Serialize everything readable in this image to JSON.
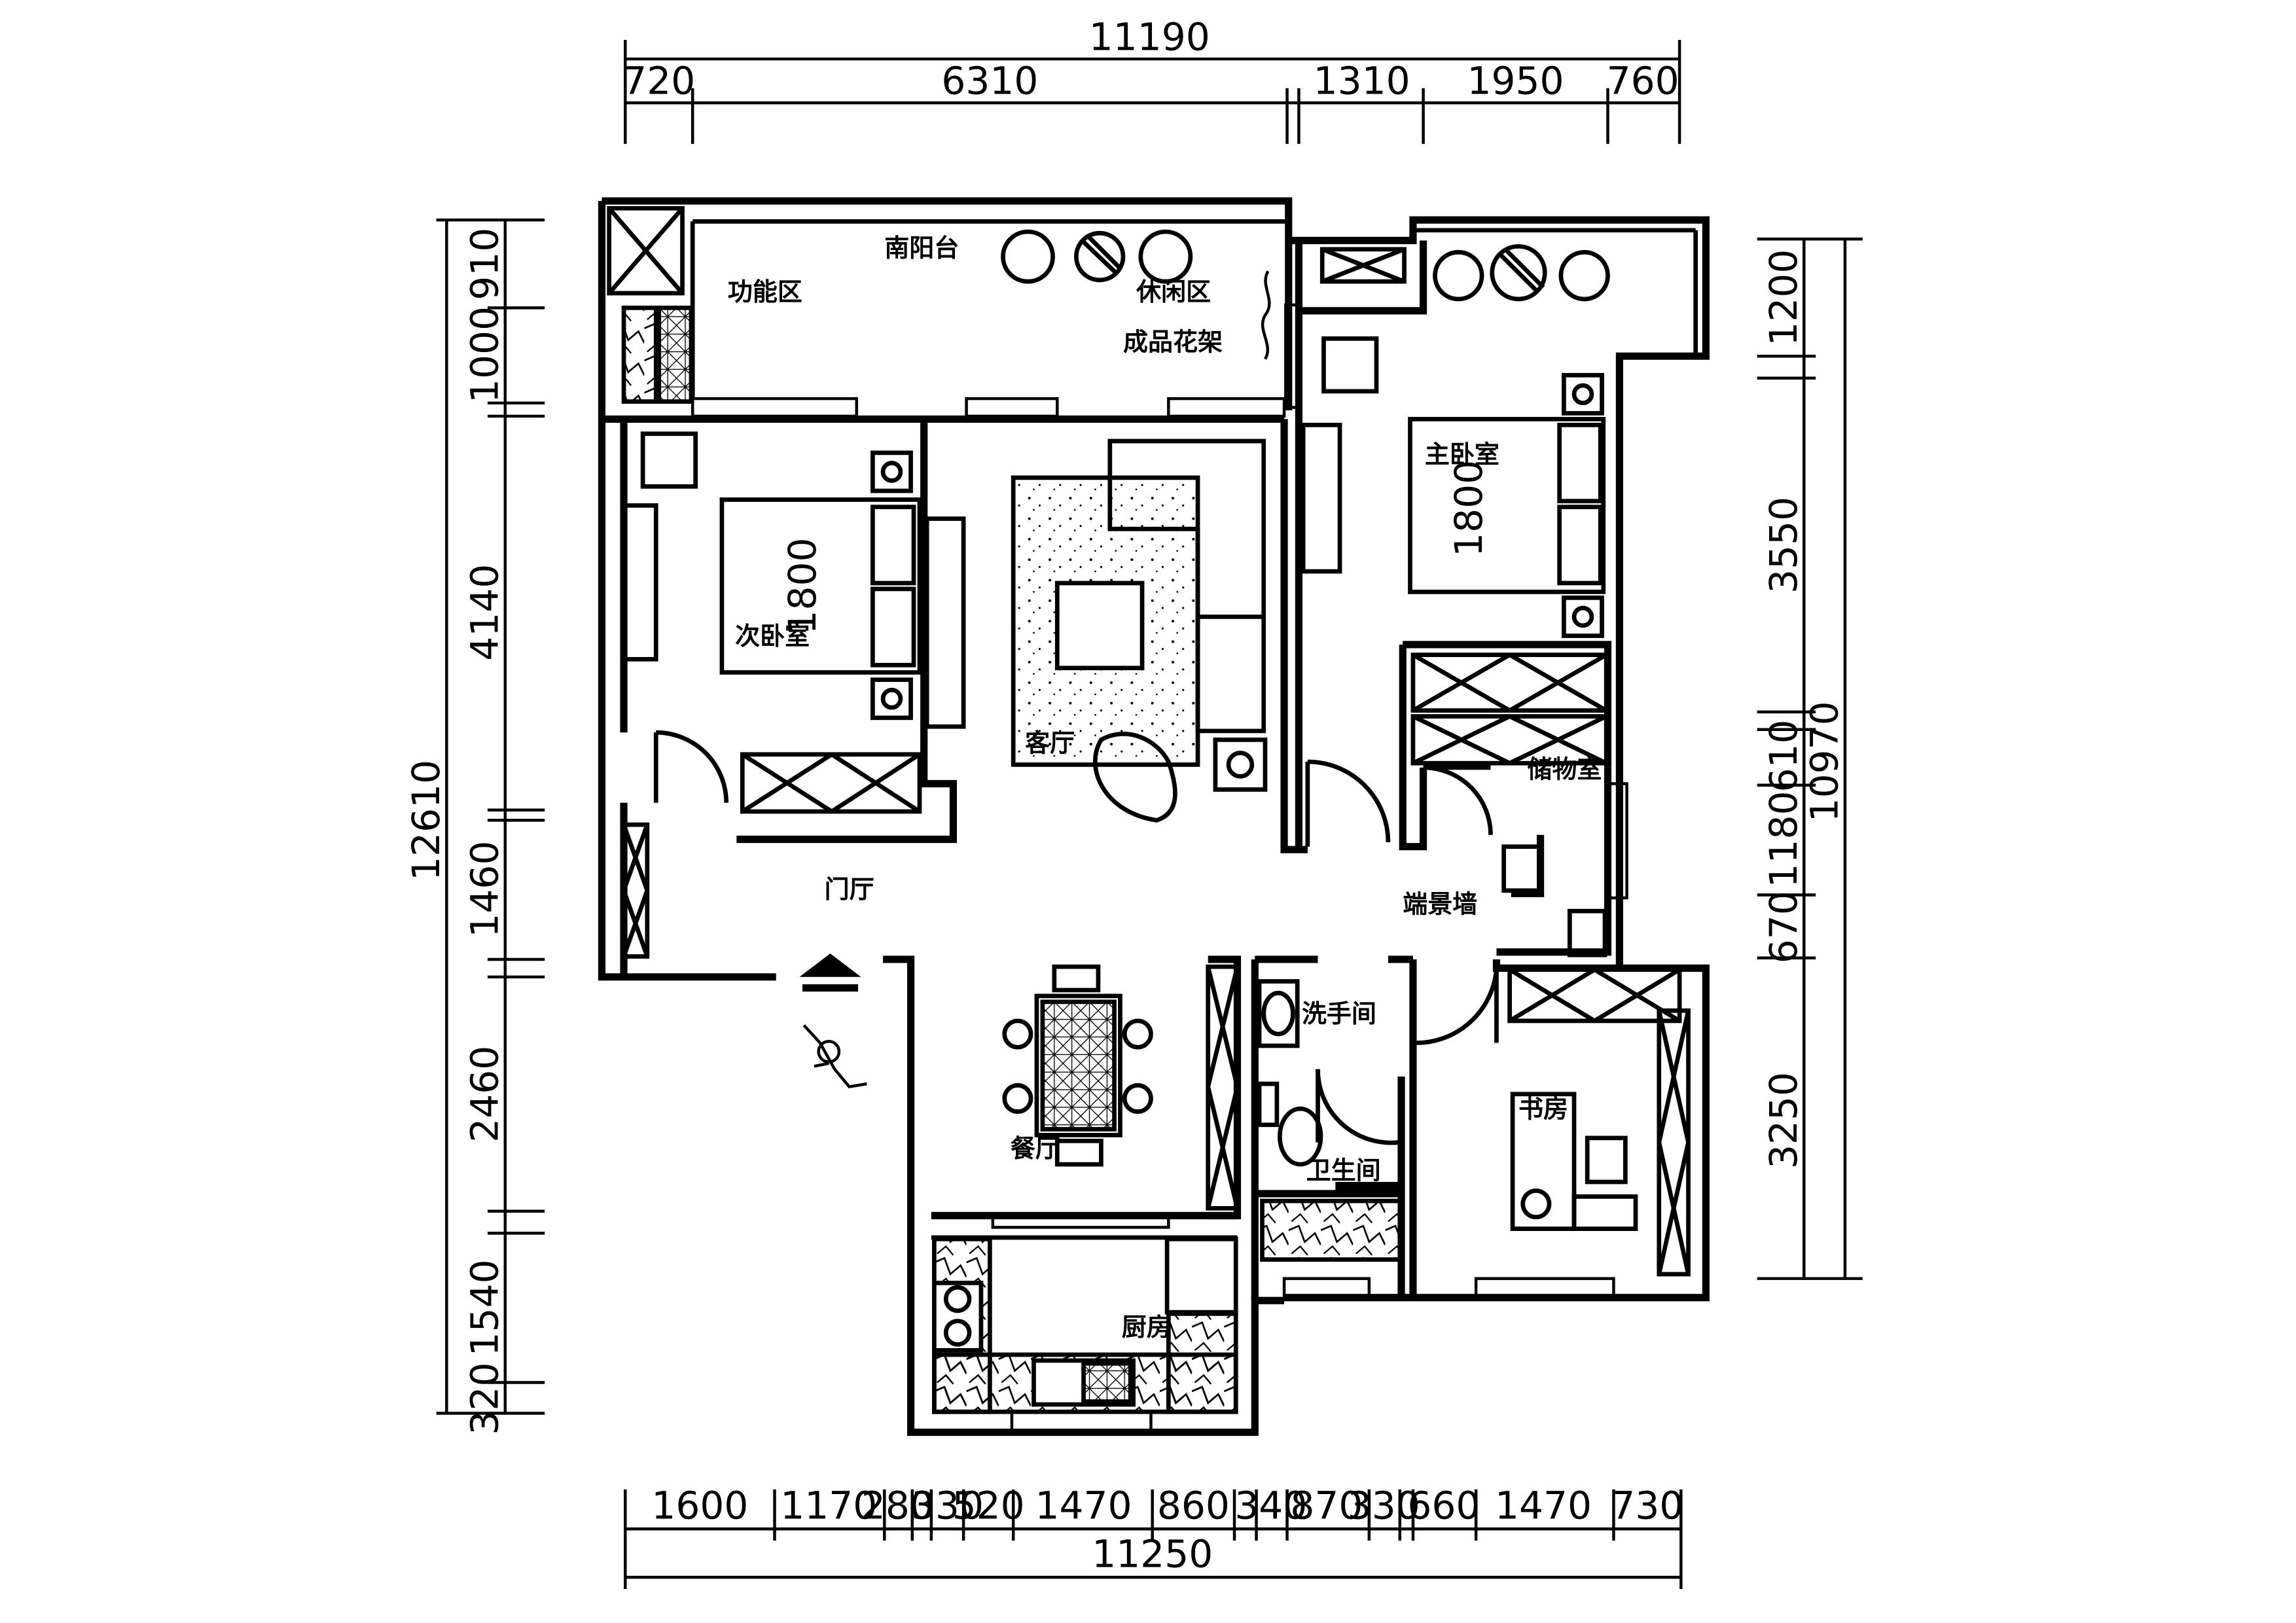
{
  "dims": {
    "top_total": "11190",
    "top": [
      "720",
      "6310",
      "1310",
      "1950",
      "760"
    ],
    "bottom": [
      "1600",
      "1170",
      "280",
      "330",
      "520",
      "1470",
      "860",
      "340",
      "870",
      "330",
      "660",
      "1470",
      "730"
    ],
    "bottom_total": "11250",
    "left": [
      "910",
      "1000",
      "4140",
      "1460",
      "2460",
      "1540",
      "320"
    ],
    "left_total": "12610",
    "right": [
      "1200",
      "3550",
      "610",
      "1180",
      "670",
      "3250"
    ],
    "right_total": "10970"
  },
  "rooms": {
    "south_balcony": "南阳台",
    "function_area": "功能区",
    "leisure_area": "休闲区",
    "flower_rack": "成品花架",
    "second_bedroom": "次卧室",
    "living_room": "客厅",
    "master_bedroom": "主卧室",
    "storage": "储物室",
    "feature_wall": "端景墙",
    "foyer": "门厅",
    "dining": "餐厅",
    "hand_wash": "洗手间",
    "bathroom": "卫生间",
    "study": "书房",
    "kitchen": "厨房"
  },
  "bed_sizes": {
    "second": "1800",
    "master": "1800"
  }
}
